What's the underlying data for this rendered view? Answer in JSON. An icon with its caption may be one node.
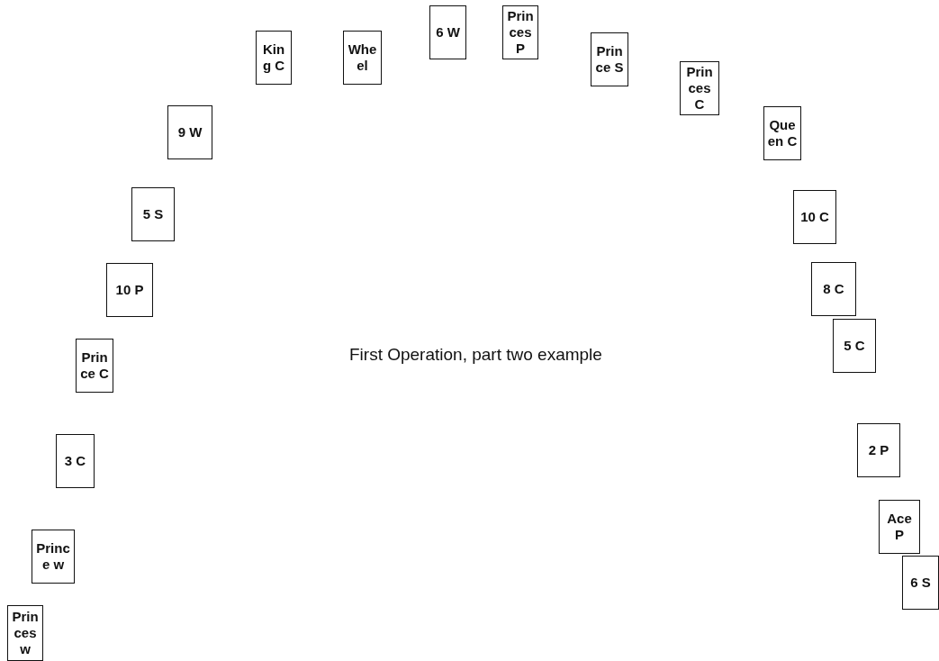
{
  "diagram": {
    "nodes": [
      {
        "text": [
          "Princes w"
        ]
      },
      {
        "text": [
          "Prince w"
        ]
      },
      {
        "text": [
          "3 C"
        ]
      },
      {
        "text": [
          "Prince C"
        ]
      },
      {
        "text": [
          "10 P"
        ]
      },
      {
        "text": [
          "5 S"
        ]
      },
      {
        "text": [
          "9 W"
        ]
      },
      {
        "text": [
          "King C"
        ]
      },
      {
        "text": [
          "Wheel"
        ]
      },
      {
        "text": [
          "6 W"
        ]
      },
      {
        "text": [
          "Princes P"
        ]
      },
      {
        "text": [
          "Prince S"
        ]
      },
      {
        "text": [
          "Princes C"
        ]
      },
      {
        "text": [
          "Queen C"
        ]
      },
      {
        "text": [
          "10 C"
        ]
      },
      {
        "text": [
          "8 C"
        ]
      },
      {
        "text": [
          "5 C"
        ]
      },
      {
        "text": [
          "2 P"
        ]
      },
      {
        "text": [
          "Ace P"
        ]
      },
      {
        "text": [
          "6 S"
        ]
      }
    ],
    "labels": [
      "First Operation, part two example"
    ]
  }
}
